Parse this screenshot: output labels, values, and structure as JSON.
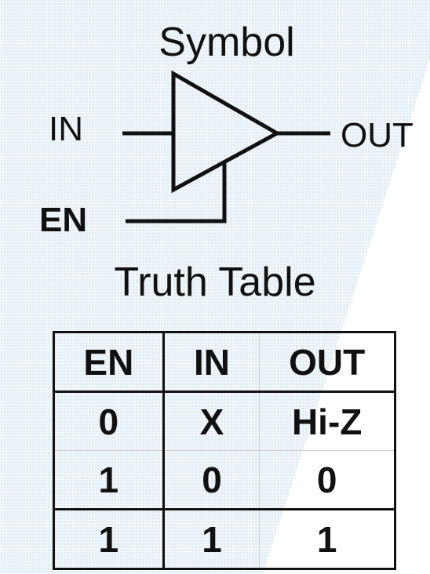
{
  "symbol": {
    "title": "Symbol",
    "in_label": "IN",
    "en_label": "EN",
    "out_label": "OUT"
  },
  "truth_table": {
    "title": "Truth Table",
    "headers": [
      "EN",
      "IN",
      "OUT"
    ],
    "rows": [
      [
        "0",
        "X",
        "Hi-Z"
      ],
      [
        "1",
        "0",
        "0"
      ],
      [
        "1",
        "1",
        "1"
      ]
    ]
  }
}
